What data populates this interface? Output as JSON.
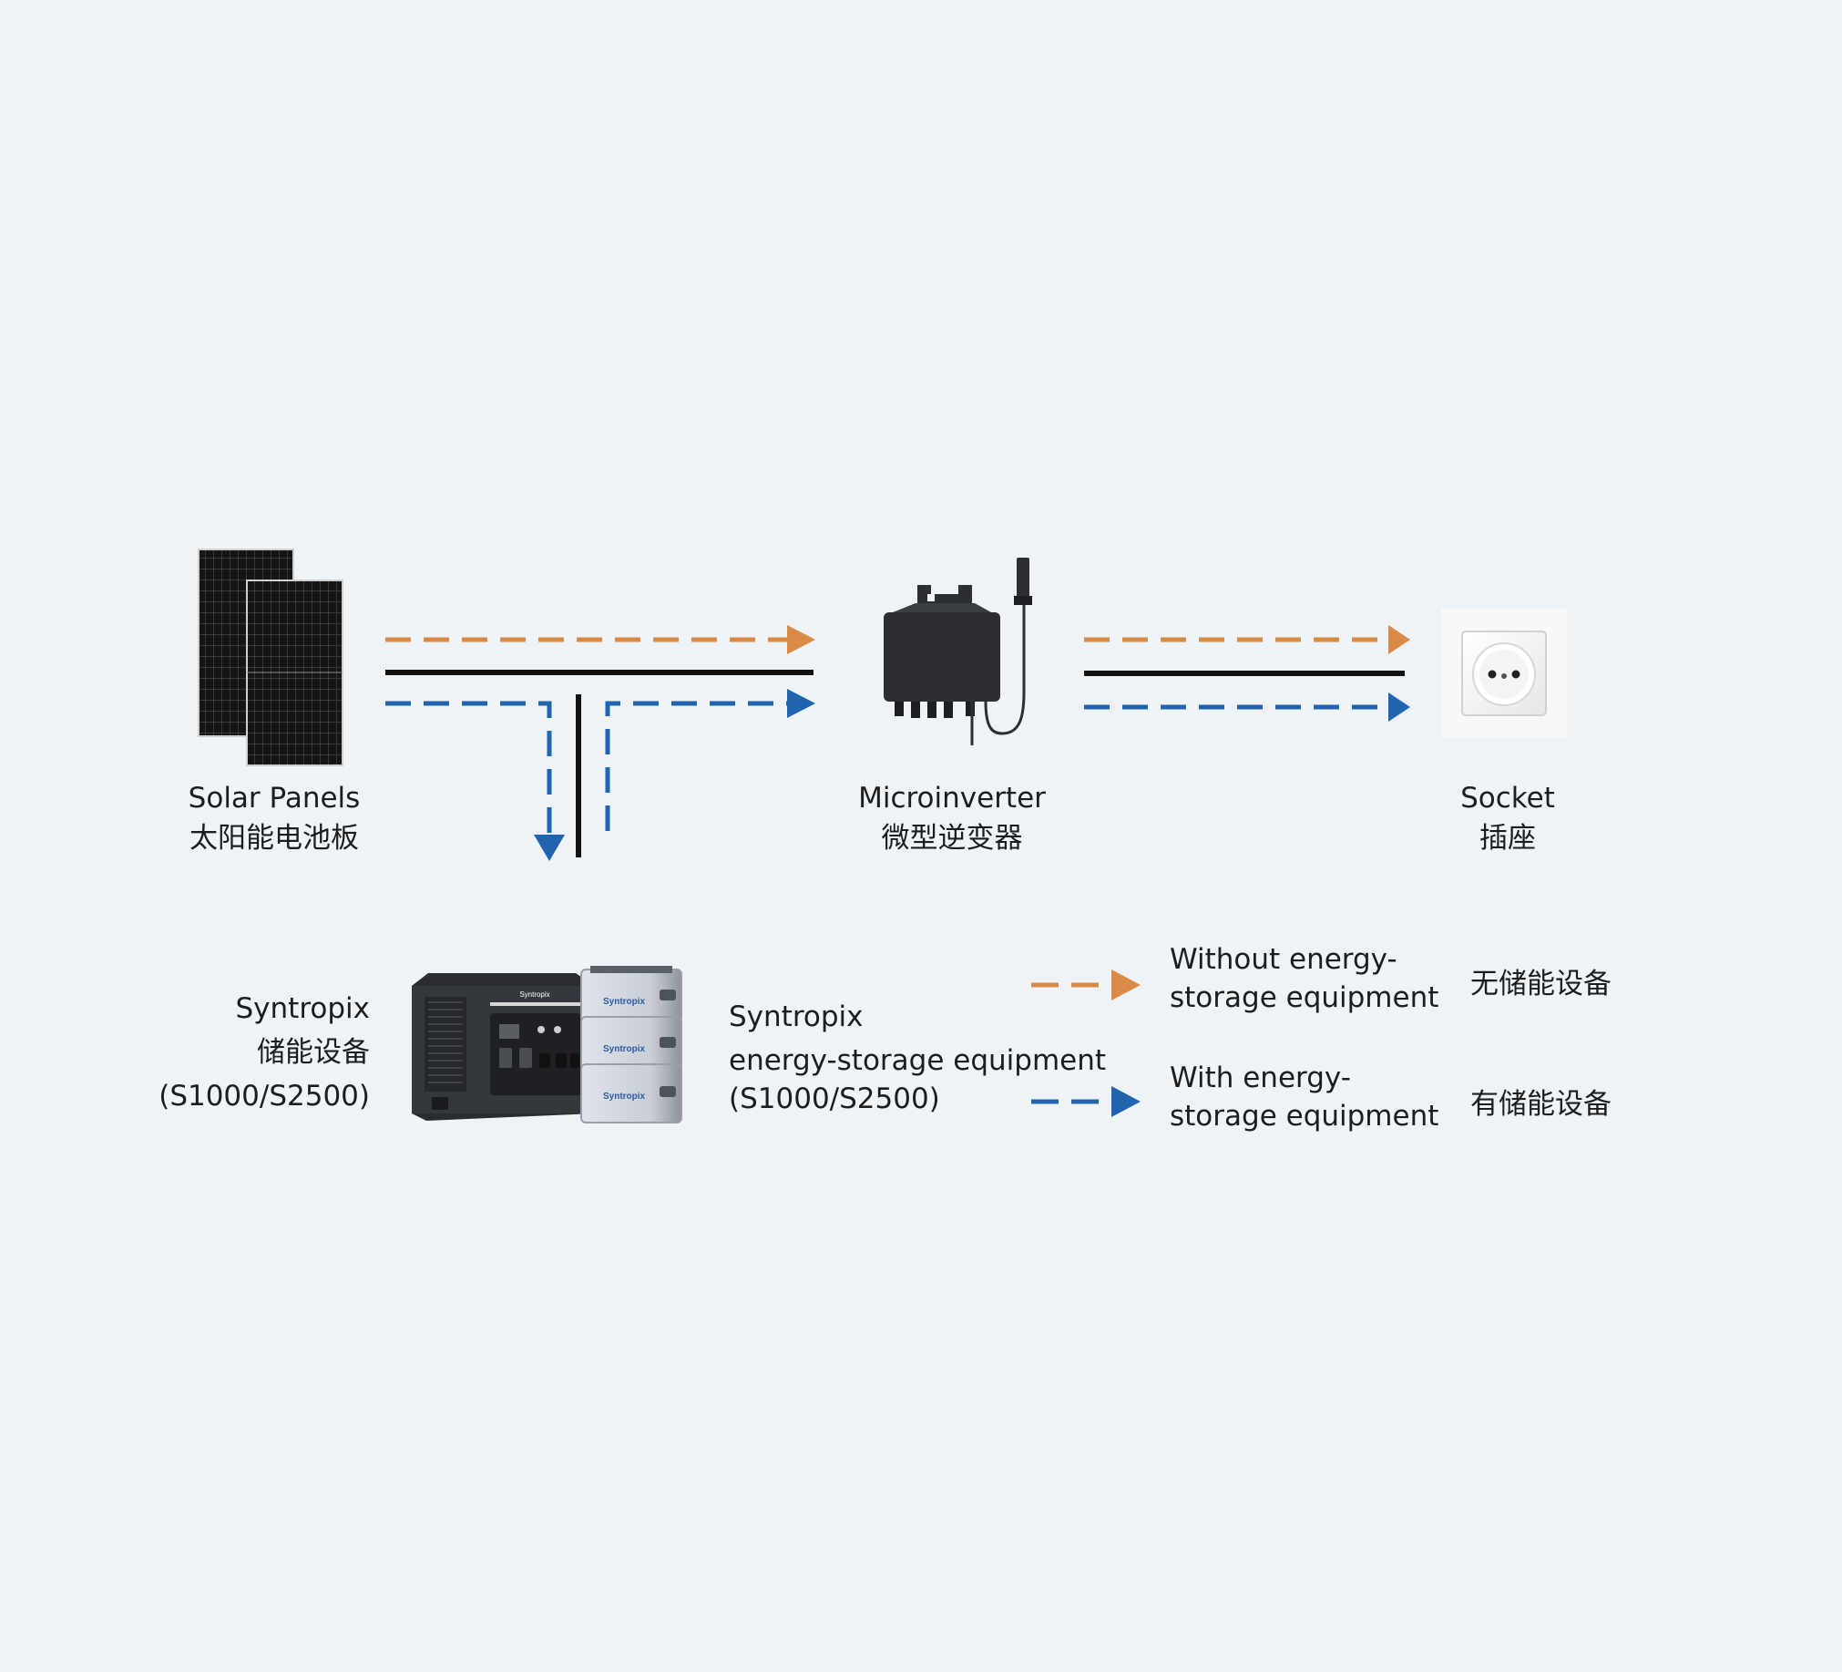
{
  "labels": {
    "solar_en": "Solar Panels",
    "solar_cn": "太阳能电池板",
    "micro_en": "Microinverter",
    "micro_cn": "微型逆变器",
    "socket_en": "Socket",
    "socket_cn": "插座",
    "storage_cn_1": "Syntropix",
    "storage_cn_2": "储能设备",
    "storage_cn_3": "(S1000/S2500)",
    "storage_en_1": "Syntropix",
    "storage_en_2": "energy-storage equipment",
    "storage_en_3": "(S1000/S2500)"
  },
  "device": {
    "brand_main": "Syntropix",
    "brand_battery": "Syntropix"
  },
  "legend": [
    {
      "en_1": "Without energy-",
      "en_2": "storage equipment",
      "cn": "无储能设备",
      "color": "#d98a46"
    },
    {
      "en_1": "With energy-",
      "en_2": "storage equipment",
      "cn": "有储能设备",
      "color": "#1f64ad"
    }
  ],
  "colors": {
    "background": "#eef3f7",
    "orange": "#d98a46",
    "blue": "#1f64ad",
    "black": "#111111"
  }
}
